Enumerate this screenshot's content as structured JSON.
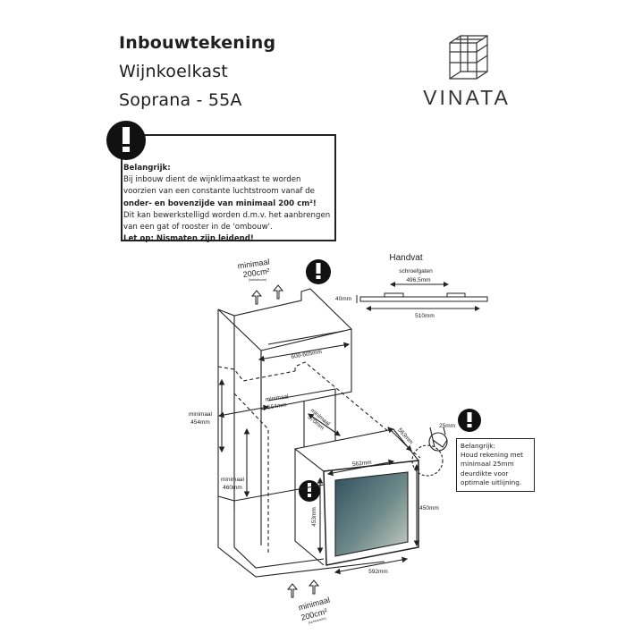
{
  "header": {
    "title": "Inbouwtekening",
    "subtitle": "Wijnkoelkast",
    "model": "Soprana - 55A"
  },
  "logo": {
    "text": "VINATA"
  },
  "warning_box": {
    "heading": "Belangrijk:",
    "lines": [
      "Bij inbouw dient de wijnklimaatkast te worden",
      "voorzien van een constante luchtstroom vanaf de",
      "onder- en bovenzijde van minimaal 200 cm²!",
      "Dit kan bewerkstelligd worden d.m.v. het aanbrengen",
      "van een gat of rooster in de 'ombouw'."
    ],
    "footer": "Let op: Nismaten zijn leidend!"
  },
  "handle": {
    "title": "Handvat",
    "screw_label": "schroefgaten",
    "screw_distance": "496,5mm",
    "height": "40mm",
    "length": "510mm"
  },
  "airflow_top": {
    "label": "minimaal",
    "value": "200cm²",
    "note": "(luchtstroom)"
  },
  "airflow_bottom": {
    "label": "minimaal",
    "value": "200cm²",
    "note": "(luchtstroom)"
  },
  "dimensions": {
    "niche_width": "600-605mm",
    "min_width_label": "minimaal",
    "min_width": "564mm",
    "min_depth_label": "minimaal",
    "min_depth": "570mm",
    "min_height_upper_label": "minimaal",
    "min_height_upper": "454mm",
    "min_height_lower_label": "minimaal",
    "min_height_lower": "460mm",
    "appliance_width": "562mm",
    "appliance_depth": "563mm",
    "appliance_height": "453mm",
    "front_height": "450mm",
    "front_width": "592mm",
    "door_thickness": "25mm"
  },
  "door_note": {
    "heading": "Belangrijk:",
    "lines": [
      "Houd rekening met",
      "minimaal 25mm",
      "deurdikte voor",
      "optimale uitlijning."
    ]
  },
  "colors": {
    "line": "#222222",
    "glass_dark": "#2f4f5e",
    "glass_light": "#c9cfc4"
  }
}
